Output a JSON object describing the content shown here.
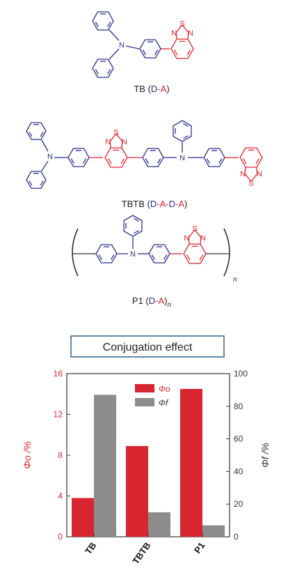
{
  "molecules": [
    {
      "name": "TB",
      "motif": [
        {
          "t": "D",
          "c": "donor"
        },
        {
          "t": "-",
          "c": "acceptor"
        },
        {
          "t": "A",
          "c": "acceptor"
        }
      ],
      "suffix": ""
    },
    {
      "name": "TBTB",
      "motif": [
        {
          "t": "D",
          "c": "donor"
        },
        {
          "t": "-",
          "c": "acceptor"
        },
        {
          "t": "A",
          "c": "acceptor"
        },
        {
          "t": "-",
          "c": "acceptor"
        },
        {
          "t": "D",
          "c": "donor"
        },
        {
          "t": "-",
          "c": "acceptor"
        },
        {
          "t": "A",
          "c": "acceptor"
        }
      ],
      "suffix": ""
    },
    {
      "name": "P1",
      "motif": [
        {
          "t": "D",
          "c": "donor"
        },
        {
          "t": "-",
          "c": "acceptor"
        },
        {
          "t": "A",
          "c": "acceptor"
        }
      ],
      "suffix": "n"
    }
  ],
  "atoms": {
    "N": "N",
    "S": "S",
    "n": "n"
  },
  "banner": "Conjugation effect",
  "colors": {
    "donor": "#2b2f8f",
    "acceptor": "#e0232b",
    "phi_o": "#d72630",
    "phi_f": "#8c8c8c",
    "frame": "#2e5f8a",
    "axis": "#333333"
  },
  "chart_data": {
    "type": "bar",
    "categories": [
      "TB",
      "TBTB",
      "P1"
    ],
    "series": [
      {
        "name": "Φo",
        "axis": "left",
        "values": [
          3.8,
          8.9,
          14.5
        ]
      },
      {
        "name": "Φf",
        "axis": "right",
        "values": [
          87,
          15,
          7
        ]
      }
    ],
    "ylabel": "Φo /%",
    "y2label": "Φf /%",
    "ylim": [
      0,
      16
    ],
    "y2lim": [
      0,
      100
    ],
    "yticks": [
      0,
      4,
      8,
      12,
      16
    ],
    "y2ticks": [
      0,
      20,
      40,
      60,
      80,
      100
    ],
    "legend": "top-center",
    "grid": false
  }
}
